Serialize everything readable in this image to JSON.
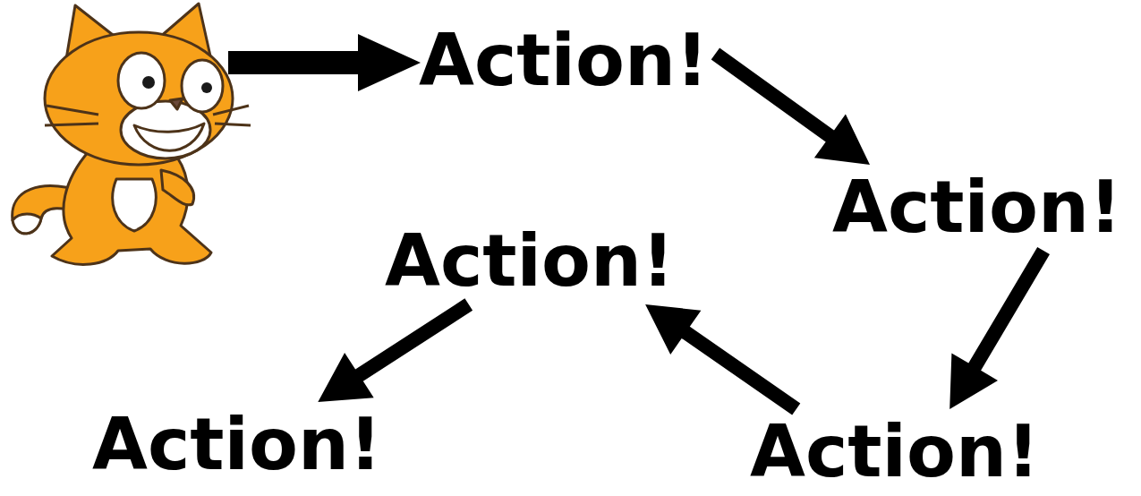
{
  "diagram": {
    "nodes": [
      {
        "text": [
          "Action!"
        ]
      },
      {
        "text": [
          "Action!"
        ]
      },
      {
        "text": [
          "Action!"
        ]
      },
      {
        "text": [
          "Action!"
        ]
      },
      {
        "text": [
          "Action!"
        ]
      }
    ],
    "edges": [
      {
        "from": 0,
        "to": 1,
        "arrow": "to"
      },
      {
        "from": 1,
        "to": 2,
        "arrow": "to"
      },
      {
        "from": 2,
        "to": 3,
        "arrow": "to"
      },
      {
        "from": 3,
        "to": 4,
        "arrow": "to"
      }
    ]
  }
}
